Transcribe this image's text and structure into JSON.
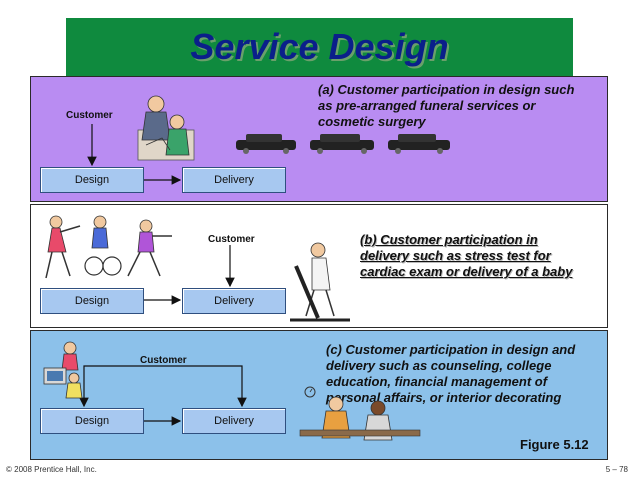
{
  "title": "Service Design",
  "panels": {
    "a": {
      "caption": "(a) Customer participation in design such as pre-arranged funeral services or cosmetic surgery",
      "customer": "Customer",
      "design": "Design",
      "delivery": "Delivery"
    },
    "b": {
      "caption": "(b) Customer participation in delivery such as stress test for cardiac exam or delivery of a baby",
      "customer": "Customer",
      "design": "Design",
      "delivery": "Delivery"
    },
    "c": {
      "caption": "(c) Customer participation in design and delivery such as counseling, college education, financial management of personal affairs, or interior decorating",
      "customer": "Customer",
      "design": "Design",
      "delivery": "Delivery"
    }
  },
  "figure_label": "Figure 5.12",
  "footer": {
    "copyright": "© 2008 Prentice Hall, Inc.",
    "page": "5 – 78"
  },
  "colors": {
    "title_band": "#0f8a3e",
    "title_text": "#0a1f8a",
    "panel_a": "#b98cf2",
    "panel_b": "#ffffff",
    "panel_c": "#8cc1ea",
    "box": "#a7c8f0"
  }
}
